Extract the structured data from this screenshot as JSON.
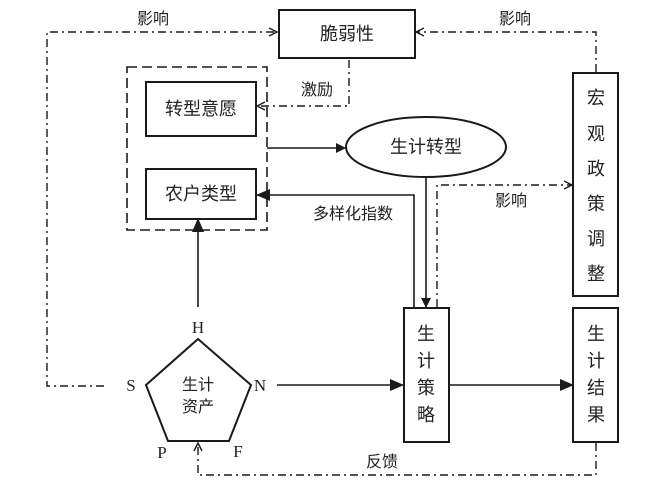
{
  "nodes": {
    "vulnerability": "脆弱性",
    "transition_willingness": "转型意愿",
    "farmer_type": "农户类型",
    "livelihood_transition": "生计转型",
    "macro_policy": [
      "宏",
      "观",
      "政",
      "策",
      "调",
      "整"
    ],
    "livelihood_strategy": [
      "生",
      "计",
      "策",
      "略"
    ],
    "livelihood_outcome": [
      "生",
      "计",
      "结",
      "果"
    ],
    "livelihood_assets": [
      "生计",
      "资产"
    ]
  },
  "pentagon_vertices": {
    "top": "H",
    "right": "N",
    "bottom_right": "F",
    "bottom_left": "P",
    "left": "S"
  },
  "edge_labels": {
    "influence_left": "影响",
    "influence_right": "影响",
    "influence_middle": "影响",
    "incentive": "激励",
    "diversity_index": "多样化指数",
    "feedback": "反馈"
  }
}
